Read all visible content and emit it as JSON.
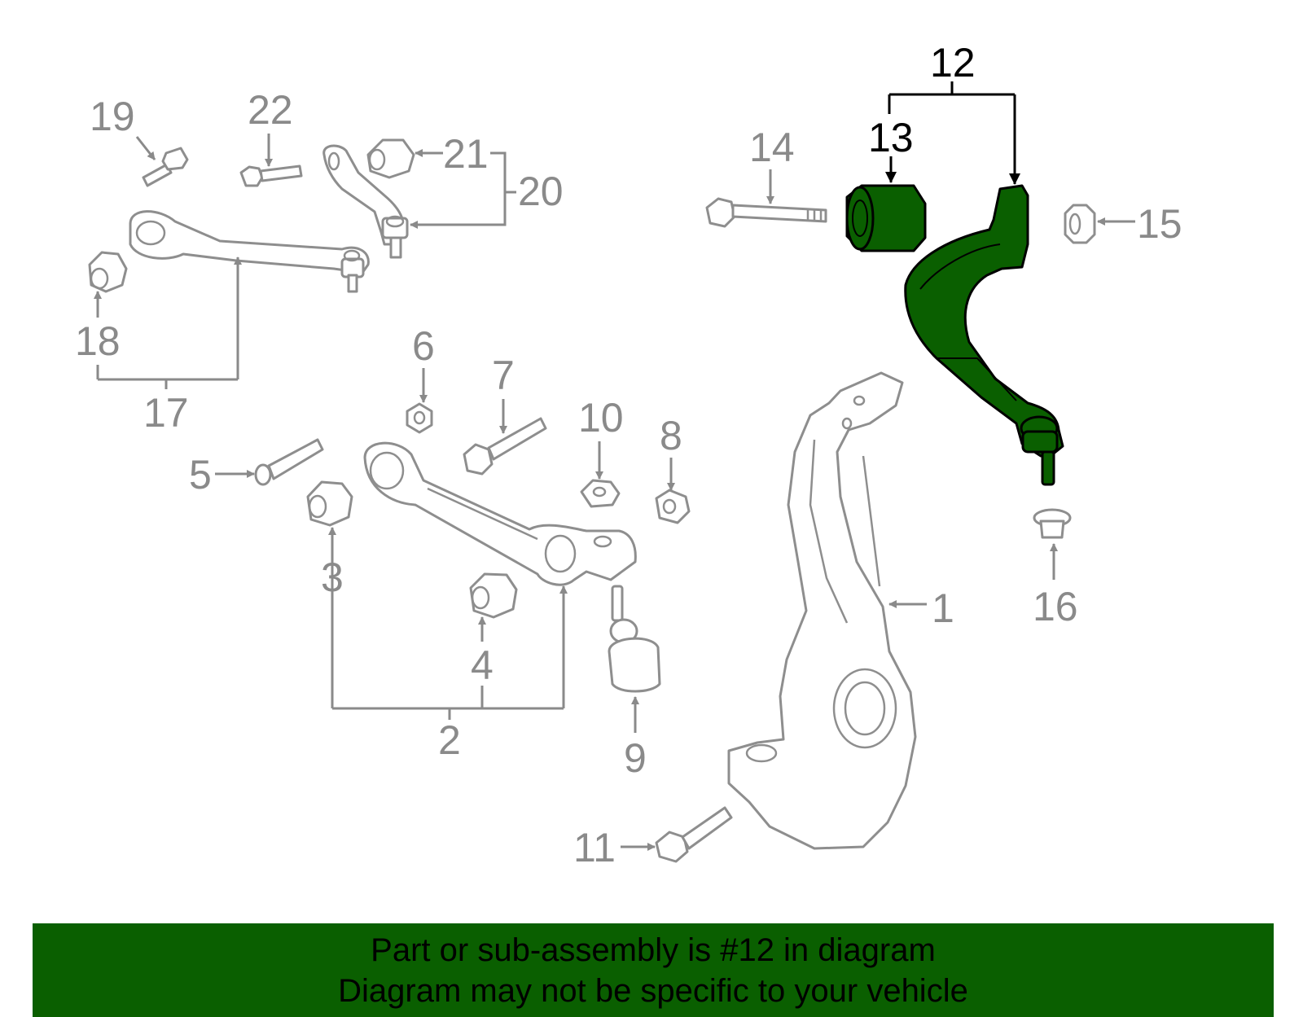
{
  "diagram": {
    "callouts": {
      "c1": "1",
      "c2": "2",
      "c3": "3",
      "c4": "4",
      "c5": "5",
      "c6": "6",
      "c7": "7",
      "c8": "8",
      "c9": "9",
      "c10": "10",
      "c11": "11",
      "c12": "12",
      "c13": "13",
      "c14": "14",
      "c15": "15",
      "c16": "16",
      "c17": "17",
      "c18": "18",
      "c19": "19",
      "c20": "20",
      "c21": "21",
      "c22": "22"
    },
    "highlight_color": "#0a5f00",
    "line_color": "#8a8a8a",
    "highlighted_part": "12"
  },
  "banner": {
    "line1": "Part or sub-assembly is #12 in diagram",
    "line2": "Diagram may not be specific to your vehicle",
    "background": "#0a5f00"
  }
}
